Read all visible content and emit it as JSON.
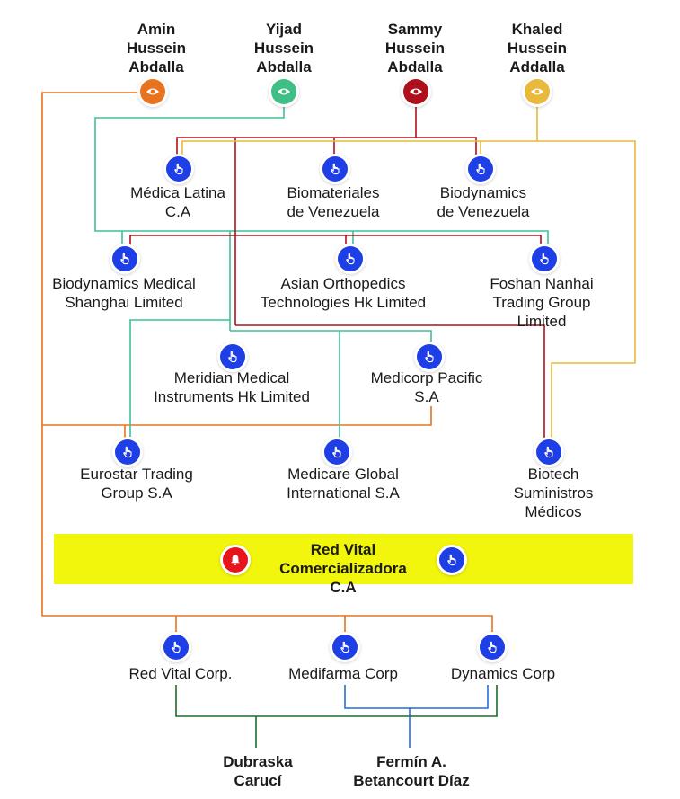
{
  "people": [
    {
      "id": "amin",
      "name": "Amin\nHussein\nAbdalla",
      "color": "#e8731e"
    },
    {
      "id": "yijad",
      "name": "Yijad\nHussein\nAbdalla",
      "color": "#3fbf86"
    },
    {
      "id": "sammy",
      "name": "Sammy\nHussein\nAbdalla",
      "color": "#b0101c"
    },
    {
      "id": "khaled",
      "name": "Khaled\nHussein\nAddalla",
      "color": "#e8b93a"
    }
  ],
  "companies": {
    "medica_latina": "Médica Latina\nC.A",
    "biomateriales": "Biomateriales\nde Venezuela",
    "biodynamics_ve": "Biodynamics\nde Venezuela",
    "biodynamics_sh": "Biodynamics Medical\nShanghai Limited",
    "asian_ortho": "Asian Orthopedics\nTechnologies Hk Limited",
    "foshan": "Foshan Nanhai\nTrading Group Limited",
    "meridian": "Meridian Medical\nInstruments Hk Limited",
    "medicorp": "Medicorp Pacific\nS.A",
    "eurostar": "Eurostar Trading\nGroup S.A",
    "medicare": "Medicare Global\nInternational S.A",
    "biotech": "Biotech Suministros\nMédicos",
    "red_vital_corp": "Red Vital Corp.",
    "medifarma": "Medifarma Corp",
    "dynamics": "Dynamics Corp"
  },
  "banner": {
    "label": "Red Vital\nComercializadora\nC.A",
    "color": "#f2f50c",
    "alert_color": "#e8141c"
  },
  "bottom_people": {
    "dubraska": "Dubraska\nCarucí",
    "fermin": "Fermín A.\nBetancourt Díaz"
  },
  "colors": {
    "company_node": "#1f3fe6",
    "orange_line": "#e8731e",
    "teal_line": "#3fbf99",
    "red_line": "#b0101c",
    "yellow_line": "#e8b93a",
    "green_line": "#1d6b2a",
    "blue_line": "#2a6ad6"
  },
  "icons": {
    "person": "eye-icon",
    "company": "pointer-hand-icon",
    "banner": "bell-icon"
  }
}
